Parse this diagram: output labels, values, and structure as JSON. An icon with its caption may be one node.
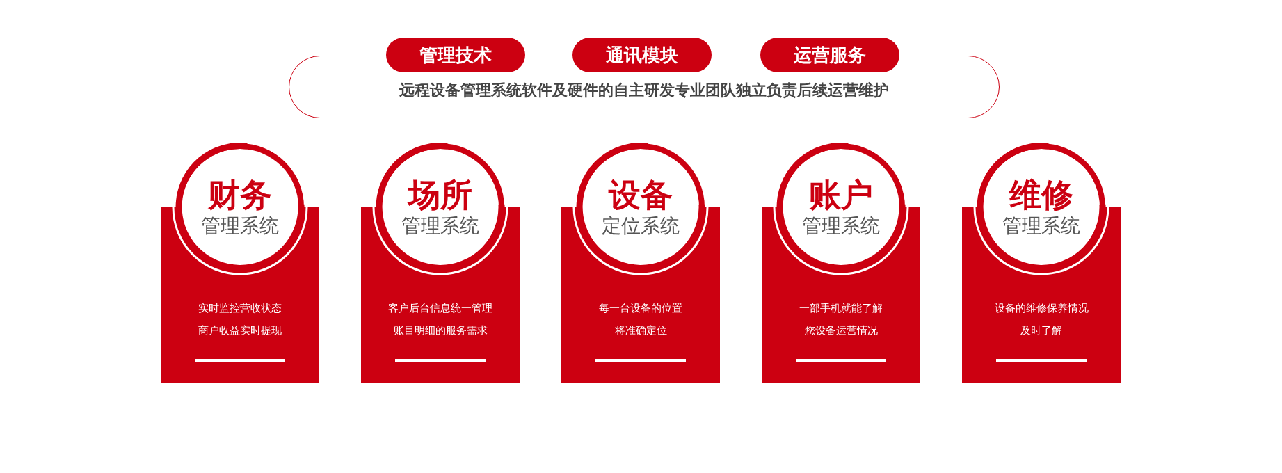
{
  "diagram": {
    "nodes": [
      {
        "text": [
          "管理技术"
        ]
      },
      {
        "text": [
          "通讯模块"
        ]
      },
      {
        "text": [
          "运营服务"
        ]
      },
      {
        "text": [
          "远程设备管理系统软件及硬件的自主研发专业团队独立负责后续运营维护"
        ]
      },
      {
        "text": [
          "财务",
          "管理系统",
          "实时监控营收状态",
          "商户收益实时提现"
        ]
      },
      {
        "text": [
          "场所",
          "管理系统",
          "客户后台信息统一管理",
          "账目明细的服务需求"
        ]
      },
      {
        "text": [
          "设备",
          "定位系统",
          "每一台设备的位置",
          "将准确定位"
        ]
      },
      {
        "text": [
          "账户",
          "管理系统",
          "一部手机就能了解",
          "您设备运营情况"
        ]
      },
      {
        "text": [
          "维修",
          "管理系统",
          "设备的维修保养情况",
          "及时了解"
        ]
      }
    ]
  }
}
